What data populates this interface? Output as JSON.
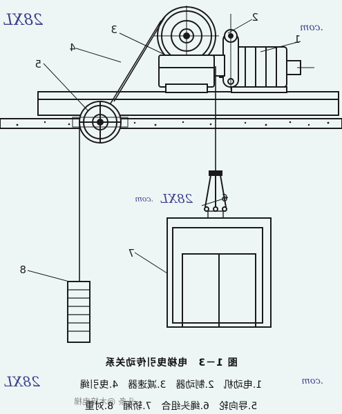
{
  "figure": {
    "title": "图 1－3　电梯曳引传动关系",
    "legend_line1": "1.电动机　2.制动器　3.减速器　4.曳引绳",
    "legend_line2": "5.导向轮　6.绳头组合　7.轿厢　8.对重",
    "callouts": [
      "1",
      "2",
      "3",
      "4",
      "5",
      "6",
      "7",
      "8"
    ]
  },
  "watermarks": {
    "mark_main": "28XL",
    "mark_suffix": ".com",
    "footer_credit": "头条 @木梓电梯"
  },
  "colors": {
    "ink": "#1a1a1a",
    "paper": "#eef6f5",
    "watermark": "#3a3f8a"
  }
}
